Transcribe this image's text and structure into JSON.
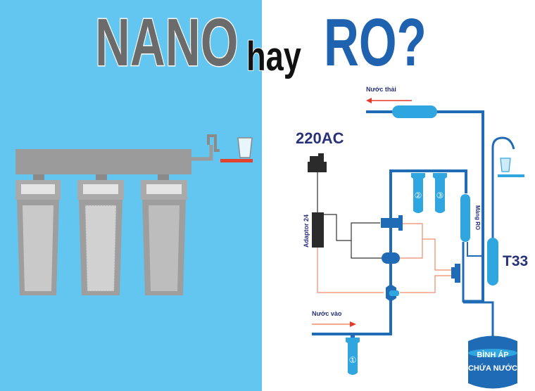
{
  "title": {
    "part1": "NANO",
    "part2": "hay",
    "part3": "RO?"
  },
  "colors": {
    "left_bg": "#62c6f0",
    "nano_gray": "#6b6b6b",
    "ro_blue": "#1f63b0",
    "pipe_dark": "#1f6bb5",
    "pipe_light": "#2fa6e0",
    "label_navy": "#27327a",
    "arrow_red": "#e53a2a",
    "wire_orange": "#ef8a6c"
  },
  "ro_diagram": {
    "waste_label": "Nước thải",
    "inlet_label": "Nước vào",
    "power_label": "220AC",
    "adaptor_label": "Adaptor 24",
    "membrane_label": "Màng RO",
    "post_filter_label": "T33",
    "tank_line1": "BÌNH ÁP",
    "tank_line2": "CHỨA NƯỚC",
    "filter_numbers": [
      "①",
      "②",
      "③"
    ]
  }
}
